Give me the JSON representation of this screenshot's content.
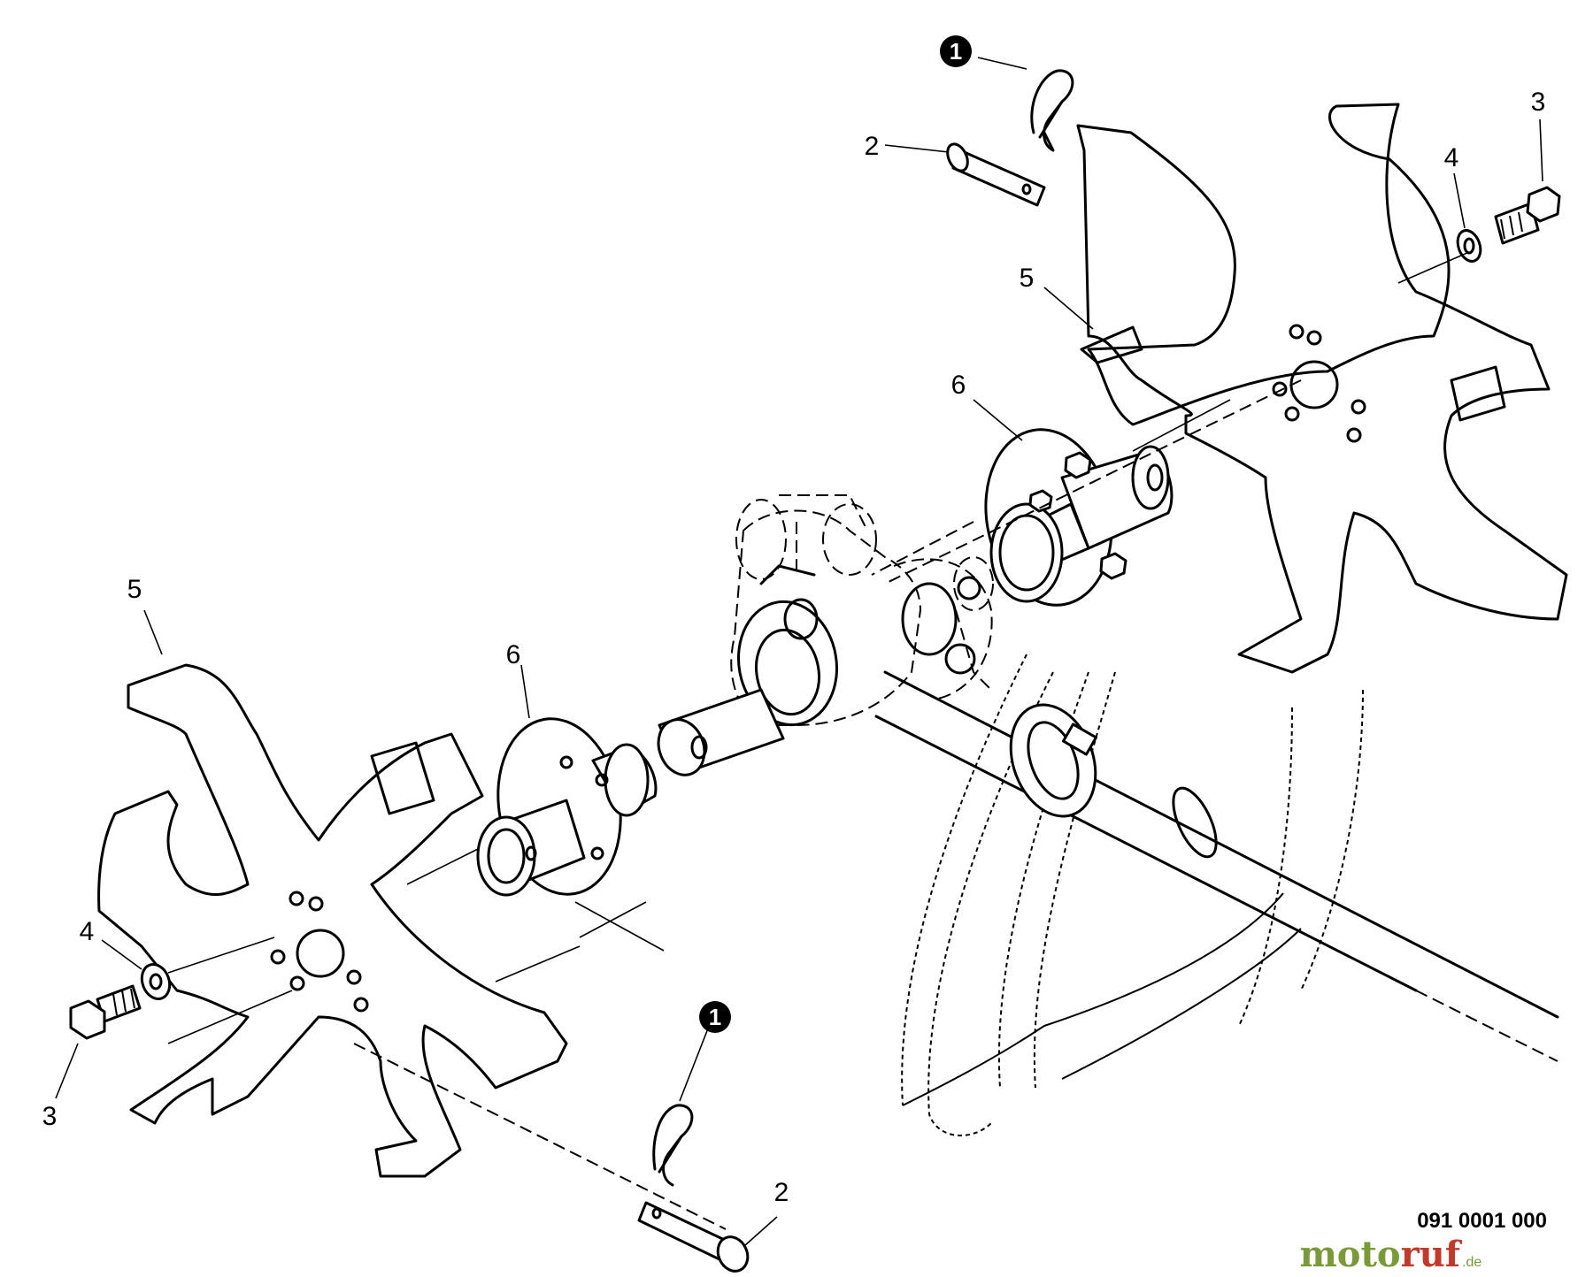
{
  "callouts": [
    {
      "id": "callout-1-top",
      "text": "1",
      "style": "badge"
    },
    {
      "id": "callout-2-top",
      "text": "2",
      "style": "plain"
    },
    {
      "id": "callout-3-top",
      "text": "3",
      "style": "plain"
    },
    {
      "id": "callout-4-top",
      "text": "4",
      "style": "plain"
    },
    {
      "id": "callout-5-top",
      "text": "5",
      "style": "plain"
    },
    {
      "id": "callout-6-top",
      "text": "6",
      "style": "plain"
    },
    {
      "id": "callout-5-left",
      "text": "5",
      "style": "plain"
    },
    {
      "id": "callout-6-left",
      "text": "6",
      "style": "plain"
    },
    {
      "id": "callout-4-left",
      "text": "4",
      "style": "plain"
    },
    {
      "id": "callout-3-left",
      "text": "3",
      "style": "plain"
    },
    {
      "id": "callout-1-bottom",
      "text": "1",
      "style": "badge"
    },
    {
      "id": "callout-2-bottom",
      "text": "2",
      "style": "plain"
    }
  ],
  "reference_number": "091 0001 000",
  "watermark": {
    "part1": "moto",
    "part2": "ruf",
    "suffix": ".de"
  },
  "colors": {
    "line": "#000000",
    "background": "#ffffff",
    "watermark_green": "#7a9a3a",
    "watermark_red": "#c0392b"
  }
}
